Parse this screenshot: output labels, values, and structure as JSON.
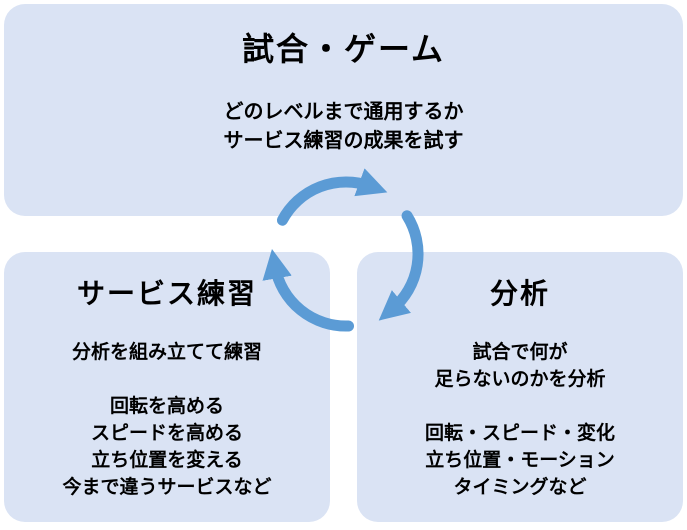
{
  "diagram": {
    "type": "cycle",
    "description": "three-node clockwise cycle diagram"
  },
  "colors": {
    "canvas_bg": "#ffffff",
    "box_fill": "#dae3f4",
    "text": "#000000",
    "arrow": "#5b9bd5"
  },
  "boxes": {
    "match": {
      "title": "試合・ゲーム",
      "lines": [
        "どのレベルまで通用するか",
        "サービス練習の成果を試す"
      ]
    },
    "service": {
      "title": "サービス練習",
      "lines": [
        "分析を組み立てて練習",
        "",
        "回転を高める",
        "スピードを高める",
        "立ち位置を変える",
        "今まで違うサービスなど"
      ]
    },
    "analysis": {
      "title": "分析",
      "lines": [
        "試合で何が",
        "足らないのかを分析",
        "",
        "回転・スピード・変化",
        "立ち位置・モーション",
        "タイミングなど"
      ]
    }
  },
  "arrow": {
    "name": "cycle-arrow",
    "direction": "clockwise",
    "segments": 3
  }
}
